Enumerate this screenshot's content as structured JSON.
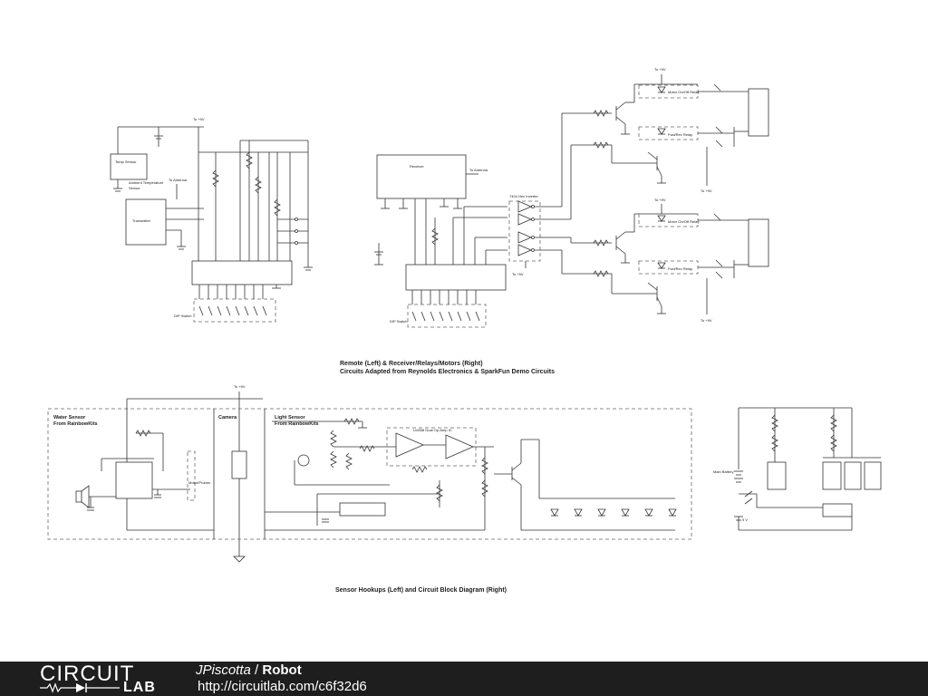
{
  "captions": {
    "top_line1": "Remote (Left) & Receiver/Relays/Motors (Right)",
    "top_line2": "Circuits Adapted from Reynolds Electronics & SparkFun Demo Circuits",
    "bottom": "Sensor Hookups (Left) and Circuit Block Diagram (Right)"
  },
  "labels": {
    "to9v": "To +9V",
    "to_antenna": "To Antenna",
    "ambient": "Ambient Temperature",
    "sensor": "Sensor",
    "temp_sensor": "Temp Sensor",
    "transmitter": "Transmitter",
    "receiver": "Receiver",
    "dip_switch": "DIP Switch",
    "inverter": "7404 Hex Inverter",
    "motor_onoff": "Motor On/Off Relay",
    "fwd_rev": "Fwd/Rev Relay",
    "water_sensor": "Water Sensor",
    "from_rainbowkits": "From RainbowKits",
    "camera": "Camera",
    "light_sensor": "Light Sensor",
    "opamp": "LM358 Dual Op-Amp IC",
    "motor_probes": "Motor/Probes",
    "main_battery": "Main Battery",
    "battery_9v": "9 V"
  },
  "footer": {
    "logo_word1": "CIRCUIT",
    "logo_word2": "LAB",
    "author": "JPiscotta",
    "separator": " / ",
    "title": "Robot",
    "url": "http://circuitlab.com/c6f32d6"
  }
}
